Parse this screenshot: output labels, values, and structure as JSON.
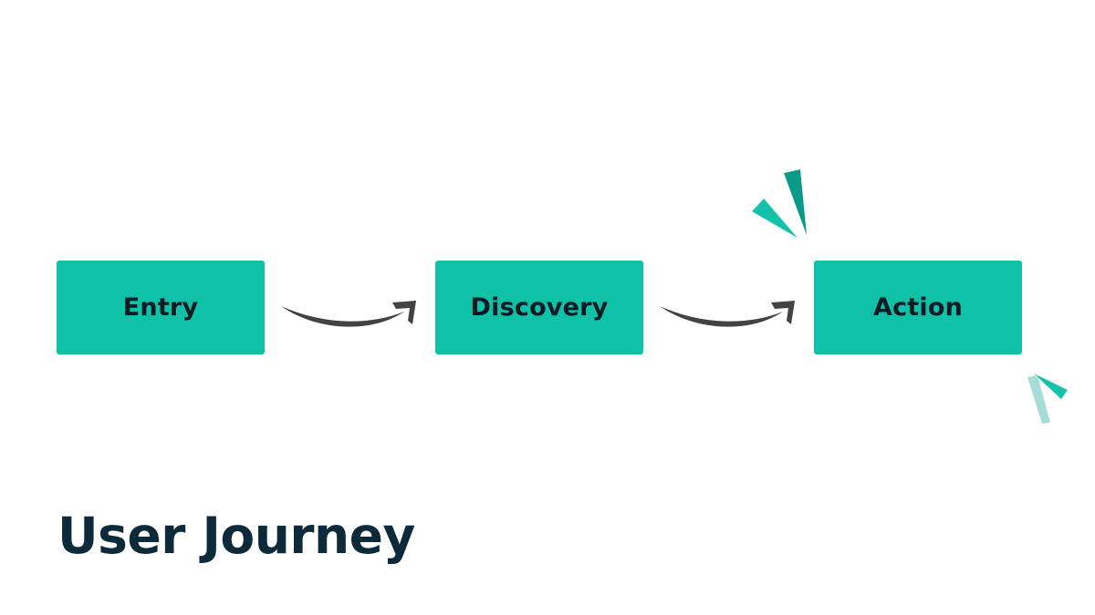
{
  "diagram": {
    "steps": [
      {
        "label": "Entry"
      },
      {
        "label": "Discovery"
      },
      {
        "label": "Action"
      }
    ],
    "connector_style": "curved-smile-arrow",
    "decoration_icon": "sparkle-accent-icon"
  },
  "title": "User Journey",
  "colors": {
    "box_fill": "#0fc1a7",
    "box_text": "#0f1b24",
    "arrow": "#434343",
    "title": "#0d2a3a",
    "spark_dark": "#0a9b88",
    "spark_mid": "#14c2a9",
    "spark_light": "#a6ddd6",
    "background": "#ffffff"
  }
}
